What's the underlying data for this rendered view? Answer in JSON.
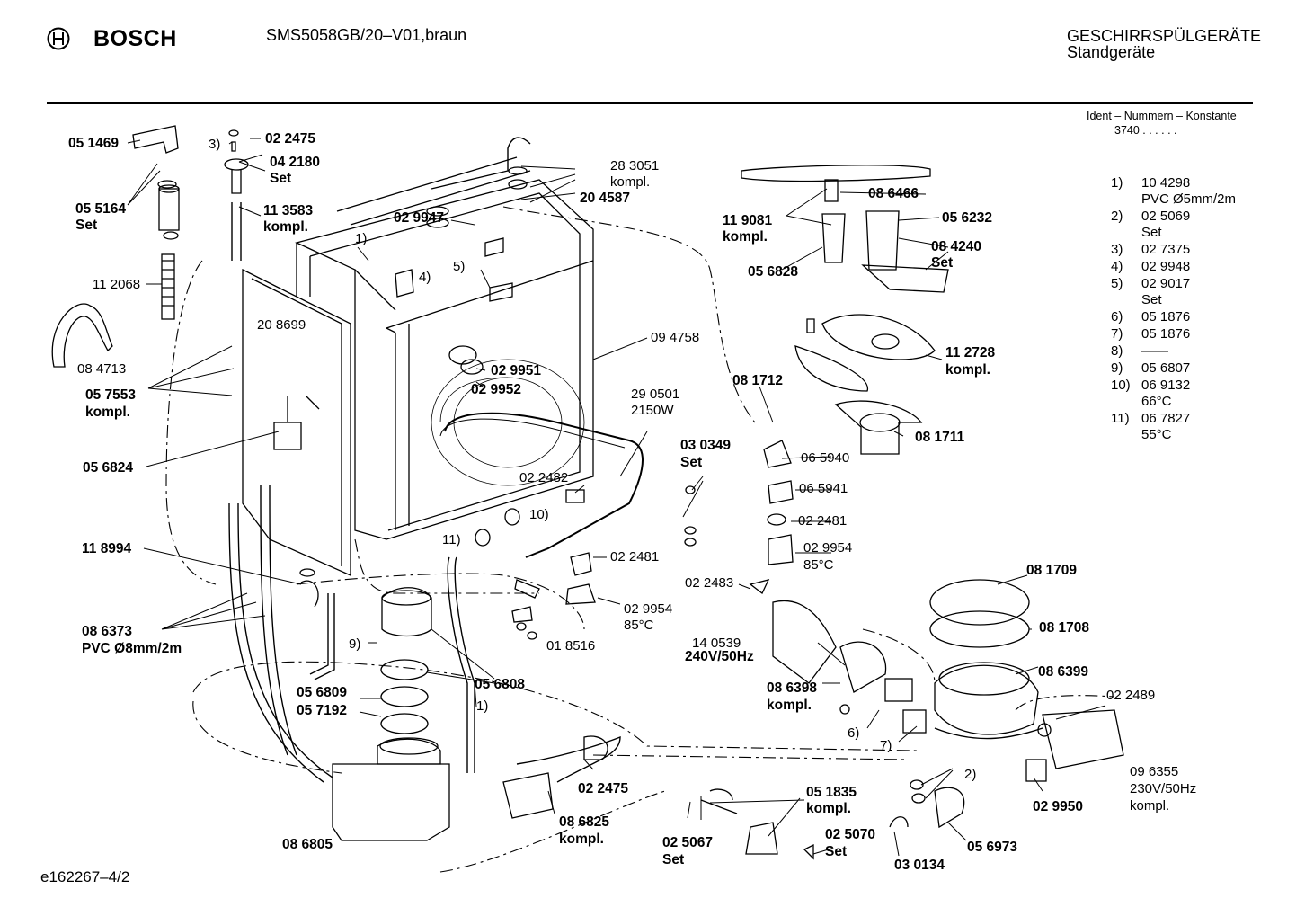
{
  "header": {
    "brand": "BOSCH",
    "model": "SMS5058GB/20–V01,braun",
    "category": "GESCHIRRSPÜLGERÄTE",
    "subcategory": "Standgeräte",
    "ident_label": "Ident – Nummern – Konstante",
    "ident_value": "3740  .  .  .  .  .  ."
  },
  "footer": {
    "code": "e162267–4/2"
  },
  "legend": [
    {
      "key": "1)",
      "line1": "10 4298",
      "line2": "PVC Ø5mm/2m"
    },
    {
      "key": "2)",
      "line1": "02 5069",
      "line2": "Set"
    },
    {
      "key": "3)",
      "line1": "02 7375",
      "line2": ""
    },
    {
      "key": "4)",
      "line1": "02 9948",
      "line2": ""
    },
    {
      "key": "5)",
      "line1": "02 9017",
      "line2": "Set"
    },
    {
      "key": "6)",
      "line1": "05 1876",
      "line2": ""
    },
    {
      "key": "7)",
      "line1": "05 1876",
      "line2": ""
    },
    {
      "key": "8)",
      "line1": "——",
      "line2": ""
    },
    {
      "key": "9)",
      "line1": "05 6807",
      "line2": ""
    },
    {
      "key": "10)",
      "line1": "06 9132",
      "line2": "66°C"
    },
    {
      "key": "11)",
      "line1": "06 7827",
      "line2": "55°C"
    }
  ],
  "labels": {
    "p051469": "05 1469",
    "p055164": "05 5164",
    "p055164_sub": "Set",
    "k3": "3)",
    "p022475_top": "02 2475",
    "p042180": "04 2180",
    "p042180_sub": "Set",
    "p113583": "11 3583",
    "p113583_sub": "kompl.",
    "p112068": "11 2068",
    "p084713": "08 4713",
    "p057553": "05 7553",
    "p057553_sub": "kompl.",
    "p056824": "05 6824",
    "p118994": "11 8994",
    "p086373": "08 6373",
    "p086373_sub": "PVC Ø8mm/2m",
    "p283051": "28 3051",
    "p283051_sub": "kompl.",
    "p204587": "20 4587",
    "p029947": "02 9947",
    "k1_top": "1)",
    "k4": "4)",
    "k5": "5)",
    "p208699": "20 8699",
    "p094758": "09 4758",
    "p029951": "02 9951",
    "p029952": "02 9952",
    "p290501": "29 0501",
    "p290501_sub": "2150W",
    "p022482": "02 2482",
    "k10": "10)",
    "k11": "11)",
    "p022481_mid": "02 2481",
    "p029954_mid": "02 9954",
    "p029954_mid_sub": "85°C",
    "p018516": "01 8516",
    "k9": "9)",
    "p056808": "05 6808",
    "p056809": "05 6809",
    "p057192": "05 7192",
    "k1_low": "1)",
    "p086805": "08 6805",
    "p022475_low": "02 2475",
    "p086825": "08 6825",
    "p086825_sub": "kompl.",
    "p051835": "05 1835",
    "p051835_sub": "kompl.",
    "p025067": "02 5067",
    "p025067_sub": "Set",
    "p025070": "02 5070",
    "p025070_sub": "Set",
    "p030134": "03 0134",
    "p056973": "05 6973",
    "k2": "2)",
    "p029950": "02 9950",
    "p096355": "09 6355",
    "p096355_sub1": "230V/50Hz",
    "p096355_sub2": "kompl.",
    "p022489": "02 2489",
    "p086399": "08 6399",
    "p081708": "08 1708",
    "p081709": "08 1709",
    "k7": "7)",
    "k6": "6)",
    "p086398": "08 6398",
    "p086398_sub": "kompl.",
    "p140539": "14 0539",
    "p140539_sub": "240V/50Hz",
    "p022483": "02 2483",
    "p030349": "03 0349",
    "p030349_sub": "Set",
    "p065940": "06 5940",
    "p065941": "06 5941",
    "p022481_right": "02 2481",
    "p029954_right": "02 9954",
    "p029954_right_sub": "85°C",
    "p081711": "08 1711",
    "p081712": "08 1712",
    "p112728": "11 2728",
    "p112728_sub": "kompl.",
    "p119081": "11 9081",
    "p119081_sub": "kompl.",
    "p086466": "08 6466",
    "p056828": "05 6828",
    "p056232": "05 6232",
    "p084240": "08 4240",
    "p084240_sub": "Set"
  }
}
